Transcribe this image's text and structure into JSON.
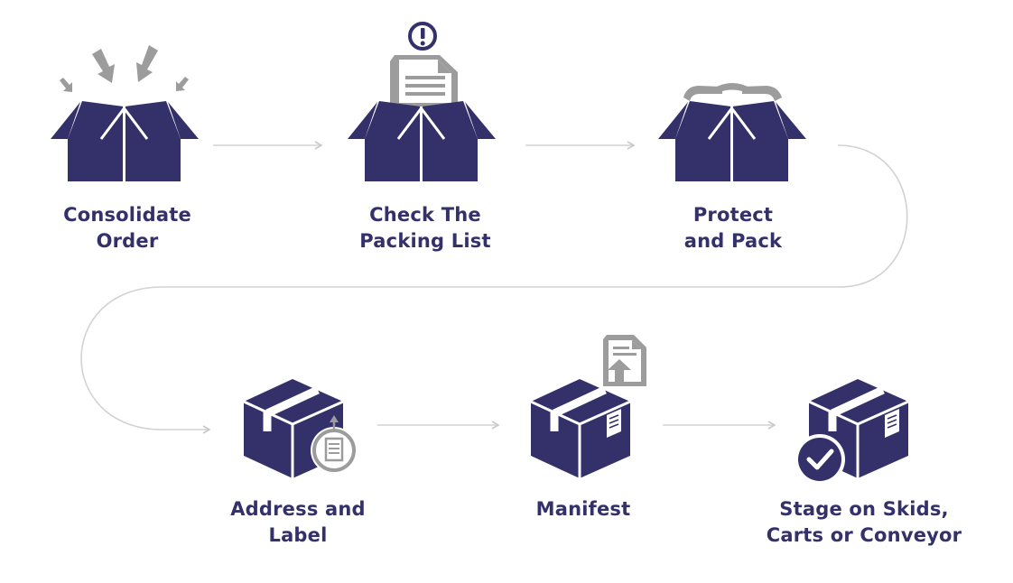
{
  "colors": {
    "box": "#33306a",
    "accent": "#9c9c9c",
    "connector": "#d2d2d2",
    "background": "#ffffff"
  },
  "steps": [
    {
      "icon": "open-box-with-inbound-arrows-icon",
      "label_lines": [
        "Consolidate",
        "Order"
      ]
    },
    {
      "icon": "open-box-with-packing-list-alert-icon",
      "label_lines": [
        "Check The",
        "Packing List"
      ]
    },
    {
      "icon": "open-box-with-padding-icon",
      "label_lines": [
        "Protect",
        "and Pack"
      ]
    },
    {
      "icon": "sealed-box-with-label-icon",
      "label_lines": [
        "Address and",
        "Label"
      ]
    },
    {
      "icon": "sealed-box-with-manifest-upload-icon",
      "label_lines": [
        "Manifest"
      ]
    },
    {
      "icon": "sealed-box-with-checkmark-icon",
      "label_lines": [
        "Stage on Skids,",
        "Carts or Conveyor"
      ]
    }
  ]
}
